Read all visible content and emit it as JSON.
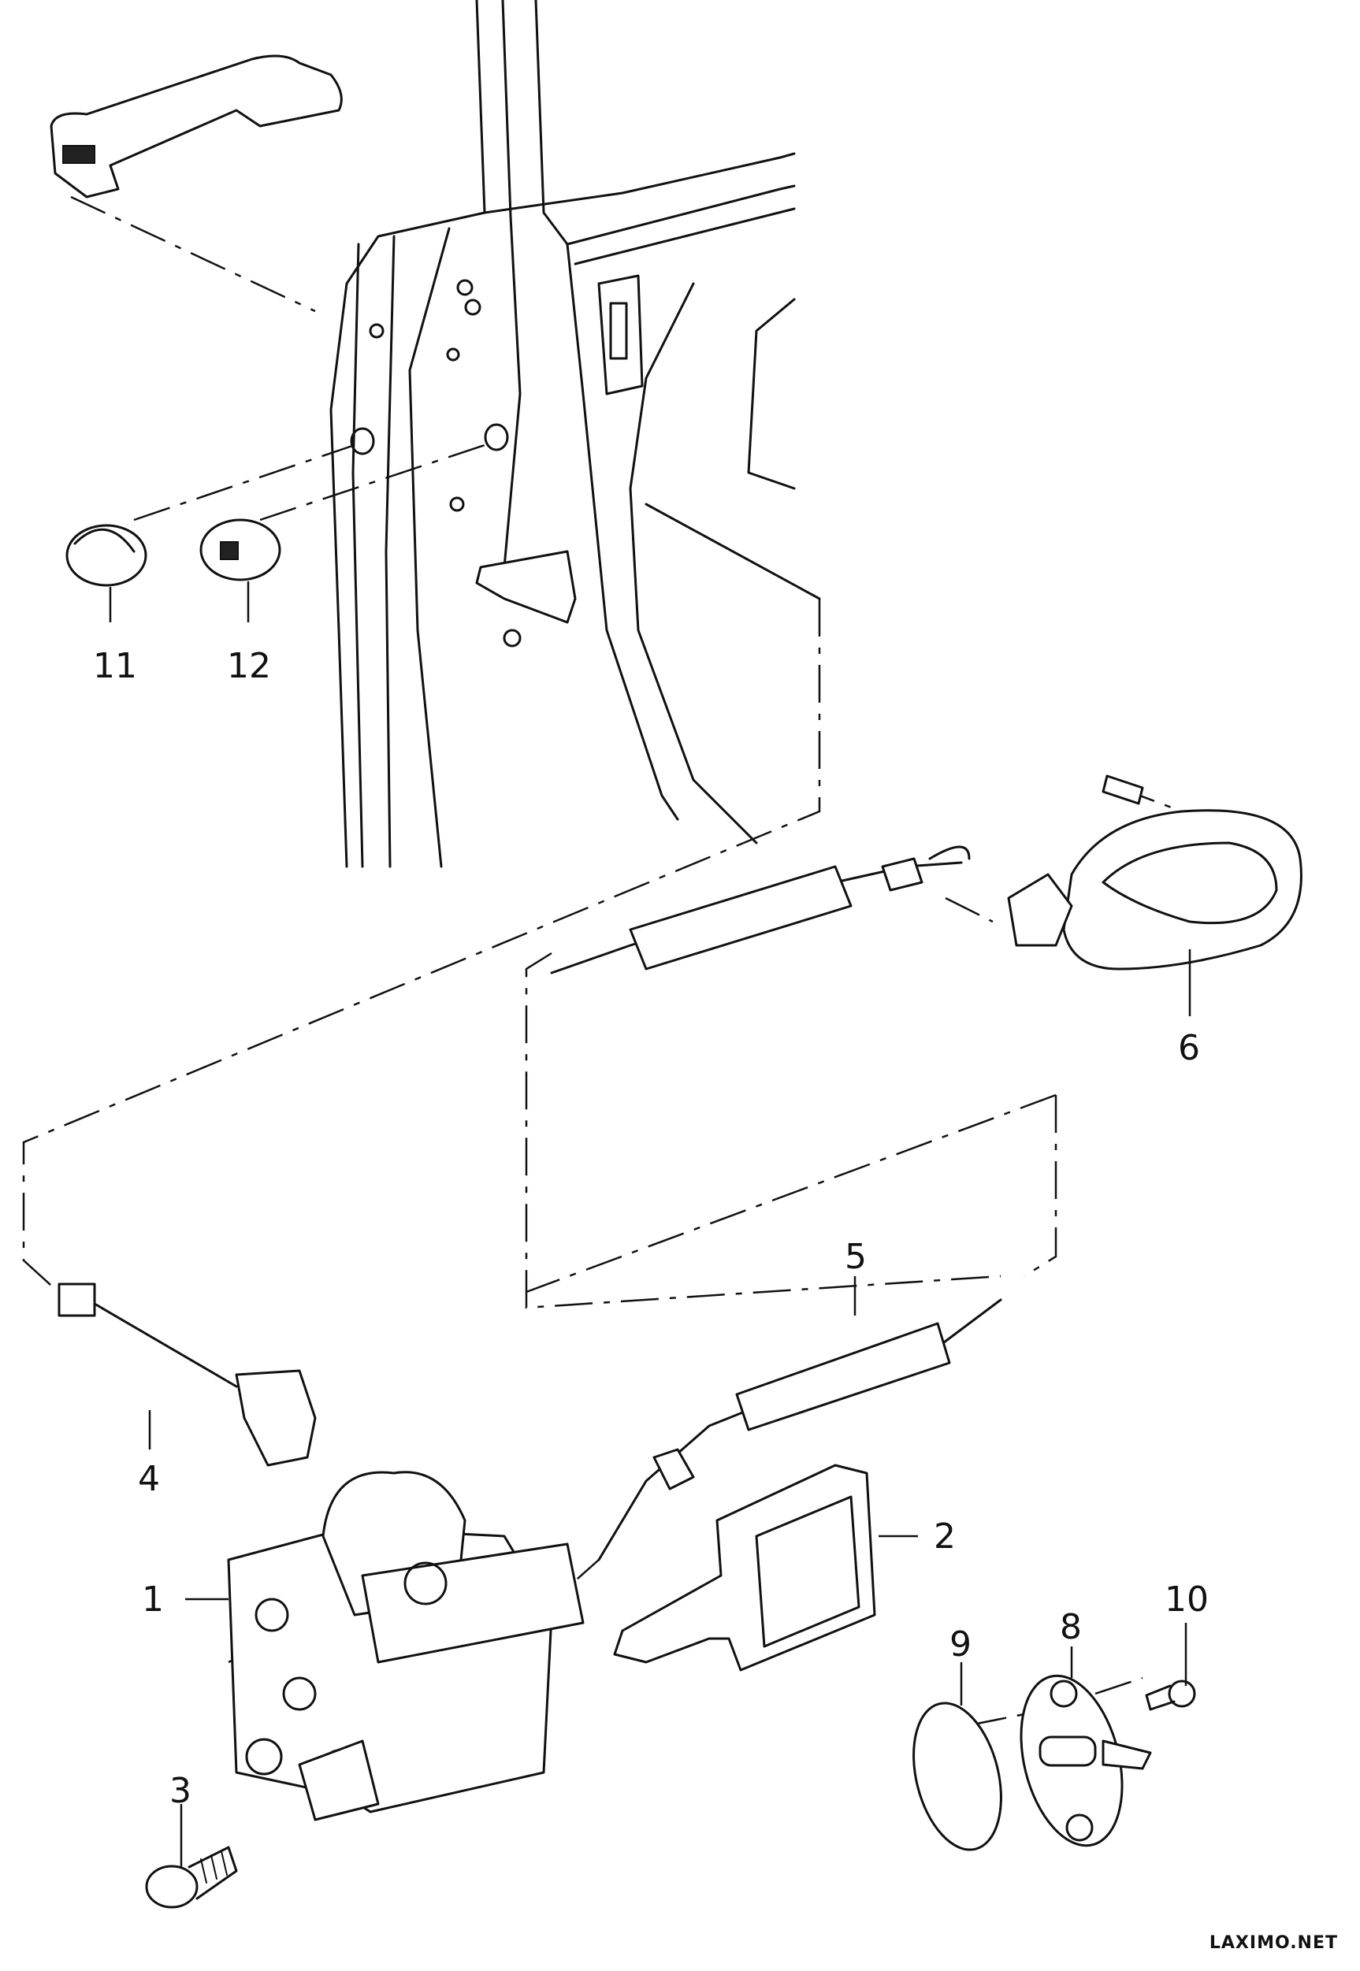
{
  "callouts": {
    "c1": "1",
    "c2": "2",
    "c3": "3",
    "c4": "4",
    "c5": "5",
    "c6": "6",
    "c8": "8",
    "c9": "9",
    "c10": "10",
    "c11": "11",
    "c12": "12"
  },
  "watermark": "LAXIMO.NET"
}
